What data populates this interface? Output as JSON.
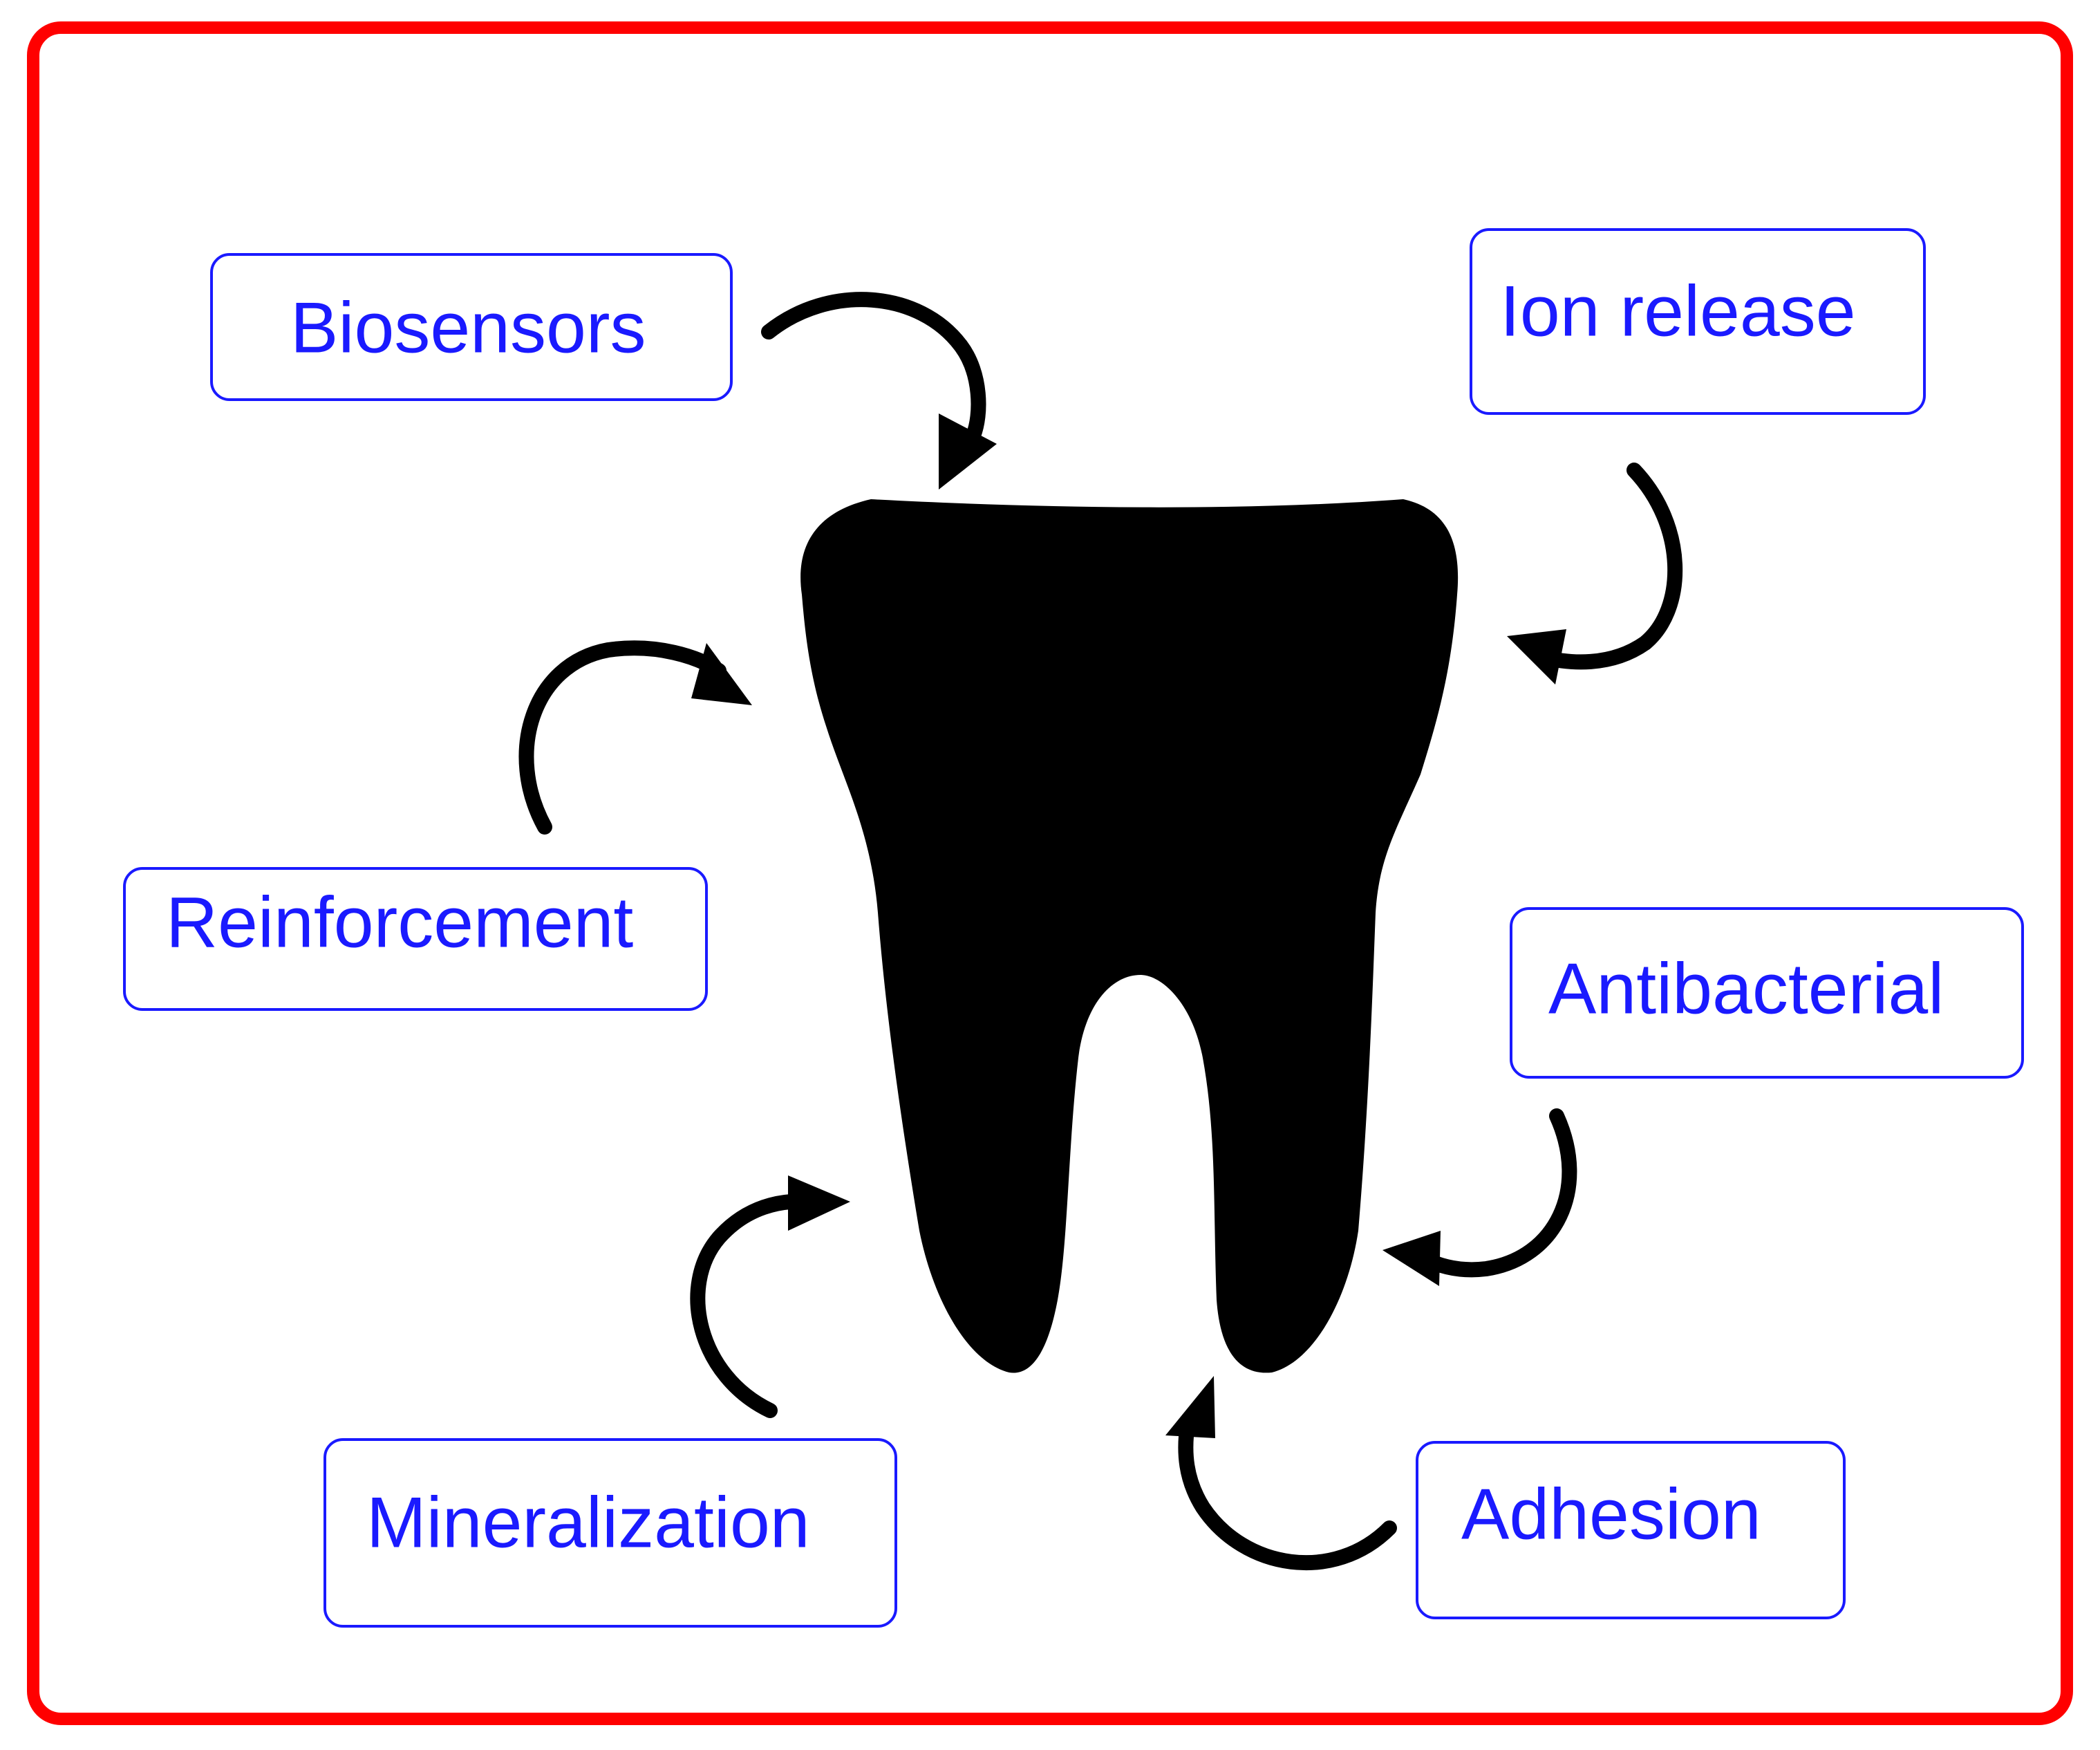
{
  "colors": {
    "frame": "#ff0000",
    "label_text": "#1a1aff",
    "label_border": "#1a1aff",
    "tooth": "#000000",
    "arrows": "#000000"
  },
  "center": {
    "icon": "tooth-icon"
  },
  "labels": {
    "biosensors": "Biosensors",
    "ion_release": "Ion release",
    "reinforcement": "Reinforcement",
    "antibacterial": "Antibacterial",
    "mineralization": "Mineralization",
    "adhesion": "Adhesion"
  }
}
